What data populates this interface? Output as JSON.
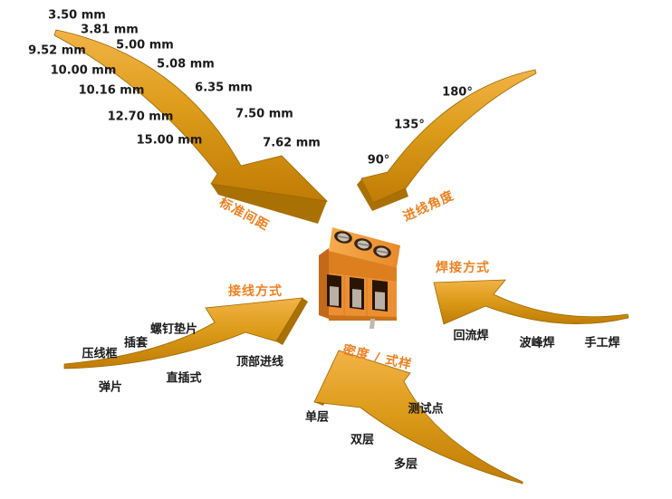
{
  "branches": {
    "pitch": {
      "label": "标准间距",
      "items": [
        "3.50 mm",
        "3.81 mm",
        "5.00 mm",
        "9.52 mm",
        "5.08 mm",
        "10.00 mm",
        "6.35 mm",
        "10.16 mm",
        "7.50 mm",
        "12.70 mm",
        "15.00 mm",
        "7.62 mm"
      ]
    },
    "entry_angle": {
      "label": "进线角度",
      "items": [
        "180°",
        "135°",
        "90°"
      ]
    },
    "soldering": {
      "label": "焊接方式",
      "items": [
        "回流焊",
        "波峰焊",
        "手工焊"
      ]
    },
    "density_style": {
      "label": "密度 / 式样",
      "items": [
        "单层",
        "双层",
        "多层",
        "测试点"
      ]
    },
    "wiring": {
      "label": "接线方式",
      "items": [
        "压线框",
        "插套",
        "螺钉垫片",
        "弹片",
        "直插式",
        "顶部进线"
      ]
    }
  },
  "colors": {
    "arrow_gold": "#DD9C1A",
    "arrow_highlight": "#F2B347",
    "arrow_dark": "#C07C05",
    "arrow_bevel": "#A97004",
    "label_orange": "#F08020",
    "text_black": "#1A1A1A",
    "block_orange": "#EC8F33",
    "background": "#FFFFFF"
  }
}
